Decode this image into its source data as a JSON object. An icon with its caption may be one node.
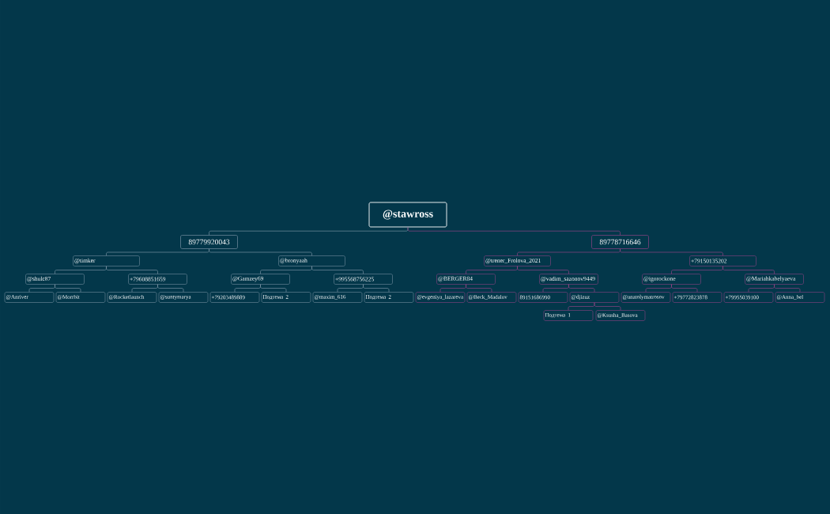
{
  "diagram": {
    "nodes": [
      {
        "text": [
          "@stawross"
        ]
      },
      {
        "text": [
          "89779920043"
        ]
      },
      {
        "text": [
          "89778716646"
        ]
      },
      {
        "text": [
          "@timker"
        ]
      },
      {
        "text": [
          "@bronyaah"
        ]
      },
      {
        "text": [
          "@trener_Frolova_2021"
        ]
      },
      {
        "text": [
          "+79150135202"
        ]
      },
      {
        "text": [
          "@shulc87"
        ]
      },
      {
        "text": [
          "+79608851659"
        ]
      },
      {
        "text": [
          "@Gamzey69"
        ]
      },
      {
        "text": [
          "+995568756225"
        ]
      },
      {
        "text": [
          "@BERGER84"
        ]
      },
      {
        "text": [
          "@vadim_sazonov9449"
        ]
      },
      {
        "text": [
          "@igorockone"
        ]
      },
      {
        "text": [
          "@Mariahkabelyaeva"
        ]
      },
      {
        "text": [
          "@Anriver"
        ]
      },
      {
        "text": [
          "@Morrbit"
        ]
      },
      {
        "text": [
          "@Rocketlaunch"
        ]
      },
      {
        "text": [
          "@suntymarya"
        ]
      },
      {
        "text": [
          "+79203489889"
        ]
      },
      {
        "text": [
          "Подтема 2"
        ]
      },
      {
        "text": [
          "@maxim_616"
        ]
      },
      {
        "text": [
          "Подтема 2"
        ]
      },
      {
        "text": [
          "@evgeniya_lazareva"
        ]
      },
      {
        "text": [
          "@Beck_Madalov"
        ]
      },
      {
        "text": [
          "89151686990"
        ]
      },
      {
        "text": [
          "@djizuz"
        ]
      },
      {
        "text": [
          "@anatolymatrosov"
        ]
      },
      {
        "text": [
          "+79772823878"
        ]
      },
      {
        "text": [
          "+79955039100"
        ]
      },
      {
        "text": [
          "@Anna_bel"
        ]
      },
      {
        "text": [
          "Подтема 1"
        ]
      },
      {
        "text": [
          "@Ksusha_Basova"
        ]
      }
    ],
    "edges": [
      {
        "from": 0,
        "to": 1,
        "arrow": "none"
      },
      {
        "from": 0,
        "to": 2,
        "arrow": "none",
        "color": "#a8468e"
      },
      {
        "from": 1,
        "to": 3,
        "arrow": "none"
      },
      {
        "from": 1,
        "to": 4,
        "arrow": "none"
      },
      {
        "from": 2,
        "to": 5,
        "arrow": "none",
        "color": "#a8468e"
      },
      {
        "from": 2,
        "to": 6,
        "arrow": "none",
        "color": "#a8468e"
      },
      {
        "from": 3,
        "to": 7,
        "arrow": "none"
      },
      {
        "from": 3,
        "to": 8,
        "arrow": "none"
      },
      {
        "from": 4,
        "to": 9,
        "arrow": "none"
      },
      {
        "from": 4,
        "to": 10,
        "arrow": "none"
      },
      {
        "from": 5,
        "to": 11,
        "arrow": "none",
        "color": "#a8468e"
      },
      {
        "from": 5,
        "to": 12,
        "arrow": "none",
        "color": "#a8468e"
      },
      {
        "from": 6,
        "to": 13,
        "arrow": "none",
        "color": "#a8468e"
      },
      {
        "from": 6,
        "to": 14,
        "arrow": "none",
        "color": "#a8468e"
      },
      {
        "from": 7,
        "to": 15,
        "arrow": "none"
      },
      {
        "from": 7,
        "to": 16,
        "arrow": "none"
      },
      {
        "from": 8,
        "to": 17,
        "arrow": "none"
      },
      {
        "from": 8,
        "to": 18,
        "arrow": "none"
      },
      {
        "from": 9,
        "to": 19,
        "arrow": "none"
      },
      {
        "from": 9,
        "to": 20,
        "arrow": "none"
      },
      {
        "from": 10,
        "to": 21,
        "arrow": "none"
      },
      {
        "from": 10,
        "to": 22,
        "arrow": "none"
      },
      {
        "from": 11,
        "to": 23,
        "arrow": "none",
        "color": "#a8468e"
      },
      {
        "from": 11,
        "to": 24,
        "arrow": "none",
        "color": "#a8468e"
      },
      {
        "from": 12,
        "to": 25,
        "arrow": "none",
        "color": "#a8468e"
      },
      {
        "from": 12,
        "to": 26,
        "arrow": "none",
        "color": "#a8468e"
      },
      {
        "from": 13,
        "to": 27,
        "arrow": "none",
        "color": "#a8468e"
      },
      {
        "from": 13,
        "to": 28,
        "arrow": "none",
        "color": "#a8468e"
      },
      {
        "from": 14,
        "to": 29,
        "arrow": "none",
        "color": "#a8468e"
      },
      {
        "from": 14,
        "to": 30,
        "arrow": "none",
        "color": "#a8468e"
      },
      {
        "from": 26,
        "to": 31,
        "arrow": "none",
        "color": "#a8468e"
      },
      {
        "from": 26,
        "to": 32,
        "arrow": "none",
        "color": "#a8468e"
      }
    ]
  }
}
